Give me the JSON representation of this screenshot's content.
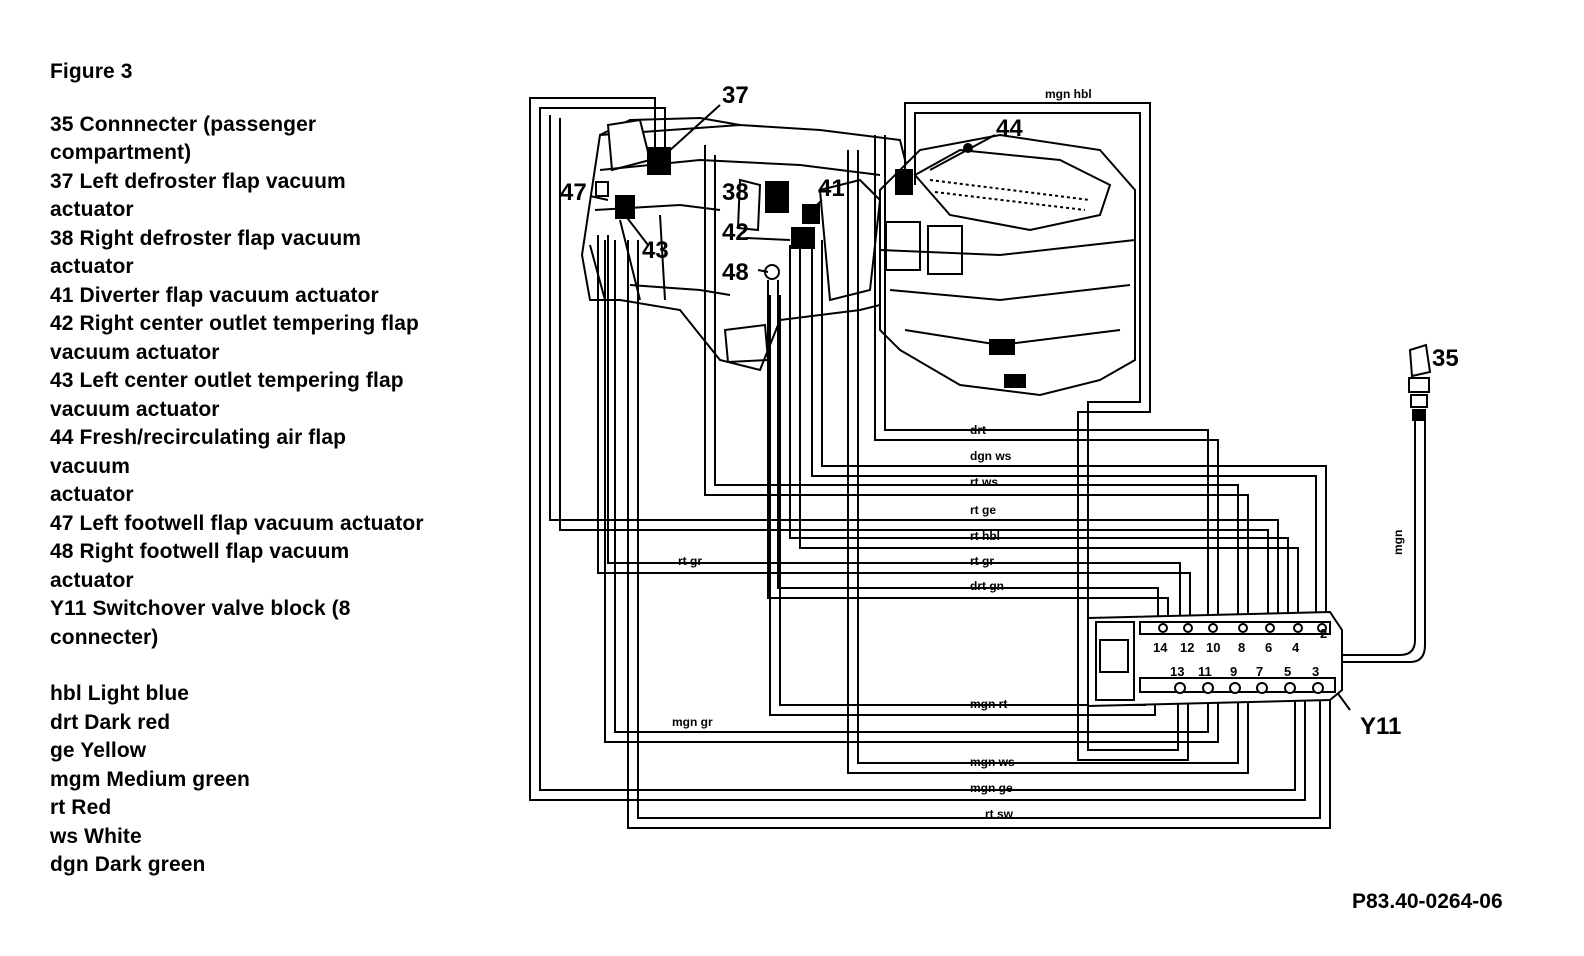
{
  "figure_title": "Figure 3",
  "legend": [
    "35 Connnecter (passenger\ncompartment)",
    "37 Left defroster flap vacuum\nactuator",
    "38 Right defroster flap vacuum\nactuator",
    "41 Diverter flap vacuum actuator",
    "42 Right center outlet tempering flap\nvacuum actuator",
    "43 Left center outlet tempering flap\nvacuum actuator",
    "44 Fresh/recirculating air flap\nvacuum\nactuator",
    "47 Left footwell flap vacuum actuator",
    "48 Right footwell flap vacuum\nactuator",
    "Y11 Switchover valve block (8\nconnecter)"
  ],
  "colors": [
    "hbl Light blue",
    "drt Dark red",
    "ge Yellow",
    "mgm Medium green",
    "rt Red",
    "ws White",
    "dgn Dark green"
  ],
  "callouts": {
    "c35": "35",
    "c37": "37",
    "c38": "38",
    "c41": "41",
    "c42": "42",
    "c43": "43",
    "c44": "44",
    "c47": "47",
    "c48": "48",
    "y11": "Y11"
  },
  "wire_labels": {
    "mgn_hbl": "mgn hbl",
    "drt": "drt",
    "dgn_ws": "dgn ws",
    "rt_ws": "rt ws",
    "rt_ge": "rt ge",
    "rt_hbl": "rt hbl",
    "rt_gr_a": "rt gr",
    "rt_gr_b": "rt gr",
    "drt_gn": "drt gn",
    "mgn_rt": "mgn rt",
    "mgn_gr": "mgn gr",
    "mgn_ws": "mgn ws",
    "mgn_ge": "mgn ge",
    "rt_sw": "rt sw",
    "mgn": "mgn"
  },
  "ports_top": [
    "14",
    "12",
    "10",
    "8",
    "6",
    "4",
    "2"
  ],
  "ports_bottom": [
    "13",
    "11",
    "9",
    "7",
    "5",
    "3"
  ],
  "reference": "P83.40-0264-06"
}
